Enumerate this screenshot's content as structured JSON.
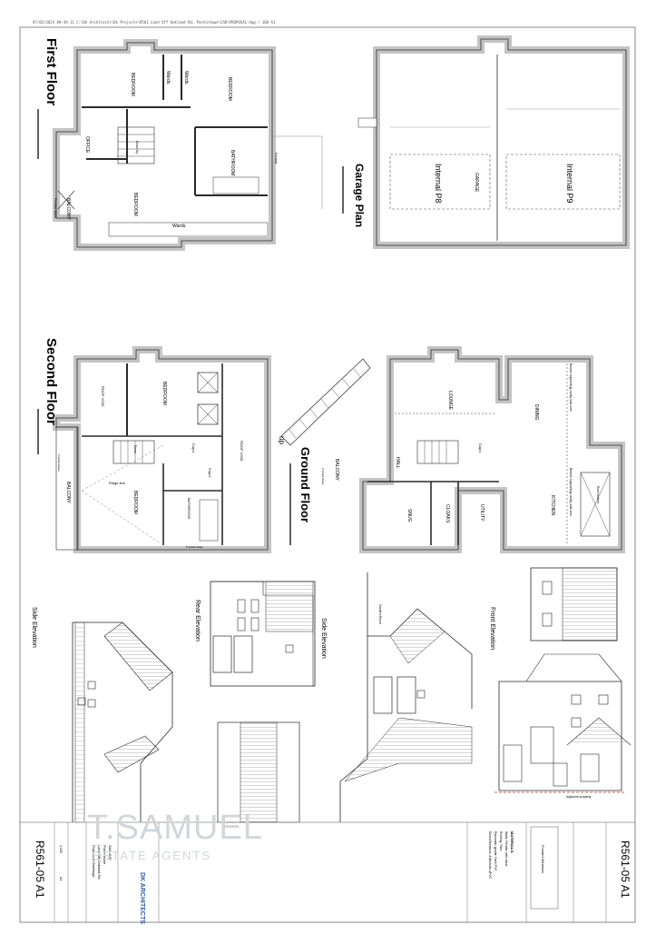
{
  "header": {
    "path": "07/05/2024 09:49:11 C:\\Dk Architects\\Dk Projects\\R561 Land Off Oakland Rd, Pontardawe\\CAD\\PROPOSAL.dwg / 100 A1"
  },
  "plans": {
    "first_floor": {
      "title": "First Floor",
      "rooms": [
        "BEDROOM",
        "Wards.",
        "Wards.",
        "BEDROOM",
        "OFFICE",
        "BATHROOM",
        "BEDROOM",
        "Wards.",
        "BALCONY",
        "Frosted Glass",
        "Frosted"
      ],
      "stair_label": "Down Up"
    },
    "garage_plan": {
      "title": "Garage Plan",
      "labels": [
        "GARAGE",
        "Internal P8",
        "Internal P9"
      ]
    },
    "second_floor": {
      "title": "Second Floor",
      "rooms": [
        "ROOF VOID",
        "BEDROOM",
        "ROOF VOID",
        "Cupd.",
        "Cupd.",
        "BATHROOM",
        "BEDROOM",
        "BALCONY",
        "Ridge line",
        "Frosted Glass",
        "Frosted Glass"
      ],
      "stair_label": "Down"
    },
    "ground_floor": {
      "title": "Ground Floor",
      "rooms": [
        "LOUNGE",
        "DINING",
        "HALL",
        "Cupd.",
        "SNUG",
        "CLOAKS",
        "UTILITY",
        "KITCHEN",
        "Roof lantern",
        "BALCONY",
        "Frosted Glass"
      ],
      "beam_labels": [
        "Beams supporting cavity wall over",
        "Beams supporting cavity wall over"
      ],
      "up_label": "up"
    }
  },
  "elevations": {
    "side_left": "Side Elevation",
    "rear": "Rear Elevation",
    "side_middle": "Side Elevation",
    "front": "Front Elevation",
    "garden_room": "Garden Room",
    "adjacent": "Adjacent property"
  },
  "watermark": {
    "name": "T.SAMUEL",
    "tagline": "ESTATE AGENTS"
  },
  "title_block": {
    "drawing_no": "R561-05 A1",
    "drawing_no_2": "R561-05 A1",
    "frosted": "Frosted Windows",
    "architects": "DK ARCHITECTS",
    "materials_title": "MATERIALS:",
    "materials": [
      "Walls: Render with stone",
      "Roofing: Tiles",
      "Rainwater goods: Dark PVC",
      "Doors/Windows: Anthracite uPVC"
    ],
    "project": [
      "Proposed Dwellings",
      "Land Off Oakland Rd",
      "Pontardawe",
      "SA8 4ND"
    ],
    "scale_label": "1:100",
    "size_label": "A1"
  },
  "colors": {
    "wall_fill": "#c4c4c4",
    "line": "#2a2a2a",
    "border": "#8a8a8a",
    "watermark": "#d2d6da"
  }
}
